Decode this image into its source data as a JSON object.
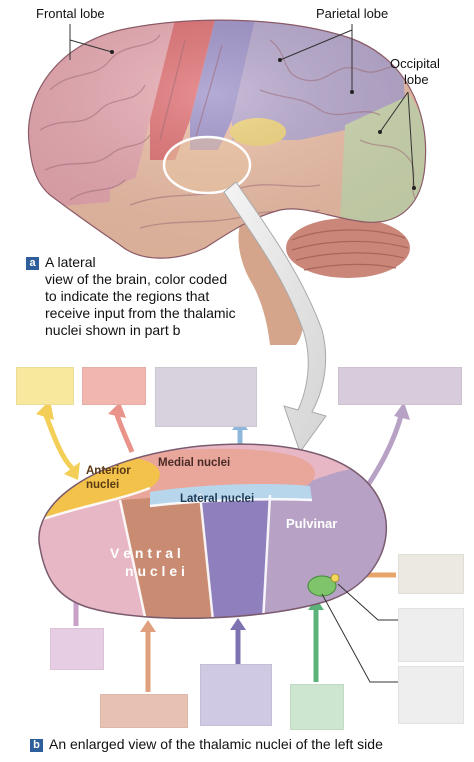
{
  "labels": {
    "frontal": "Frontal lobe",
    "parietal": "Parietal lobe",
    "occipital_1": "Occipital",
    "occipital_2": "lobe",
    "anterior_1": "Anterior",
    "anterior_2": "nuclei",
    "medial": "Medial nuclei",
    "lateral": "Lateral nuclei",
    "ventral_1": "V e n t r a l",
    "ventral_2": "n u c l e i",
    "pulvinar": "Pulvinar"
  },
  "caption_a": {
    "letter": "a",
    "lines": [
      "A lateral",
      "view of the brain, color coded",
      "to indicate the regions that",
      "receive input from the thalamic",
      "nuclei shown in part b"
    ]
  },
  "caption_b": {
    "letter": "b",
    "text": "An enlarged view of the thalamic nuclei of the left side"
  },
  "colors": {
    "badge": "#2f5f9a",
    "anterior": "#f3c24a",
    "medial": "#e9a79b",
    "lateral": "#b7d6ec",
    "ventral_anterior": "#e7b7c6",
    "ventral_mid": "#c98b72",
    "ventral_lateral": "#8f7fbc",
    "pulvinar": "#b7a2c6",
    "geniculate": "#7fc46a",
    "frontal": "#e9a7b0",
    "motor": "#e06b6e",
    "somatosensory": "#9b8fc9",
    "parietal": "#b6a6cd",
    "occipital": "#cfd9b0",
    "temporal": "#efbfa6",
    "cerebellum": "#c98679"
  }
}
